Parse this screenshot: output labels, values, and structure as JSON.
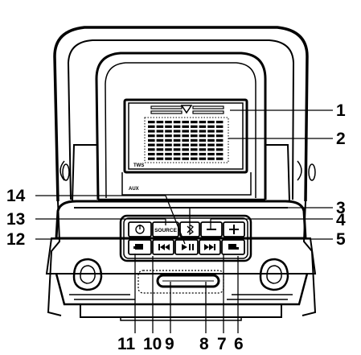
{
  "diagram": {
    "device": "portable speaker front panel",
    "panel_labels": {
      "tws": "TWS",
      "aux": "AUX",
      "source": "SOURCE"
    },
    "buttons": [
      {
        "id": "power",
        "icon": "power-icon"
      },
      {
        "id": "source",
        "label": "SOURCE"
      },
      {
        "id": "bluetooth",
        "icon": "bluetooth-icon"
      },
      {
        "id": "volume-down",
        "icon": "minus-icon"
      },
      {
        "id": "volume-up",
        "icon": "plus-icon"
      },
      {
        "id": "mode-left",
        "icon": "mode-icon"
      },
      {
        "id": "previous",
        "icon": "previous-track-icon"
      },
      {
        "id": "play-pause",
        "icon": "play-pause-icon"
      },
      {
        "id": "next",
        "icon": "next-track-icon"
      },
      {
        "id": "mode-right",
        "icon": "mode-icon"
      }
    ],
    "callouts": {
      "c1": "1",
      "c2": "2",
      "c3": "3",
      "c4": "4",
      "c5": "5",
      "c6": "6",
      "c7": "7",
      "c8": "8",
      "c9": "9",
      "c10": "10",
      "c11": "11",
      "c12": "12",
      "c13": "13",
      "c14": "14"
    },
    "colors": {
      "line": "#000000",
      "background": "#ffffff"
    }
  }
}
